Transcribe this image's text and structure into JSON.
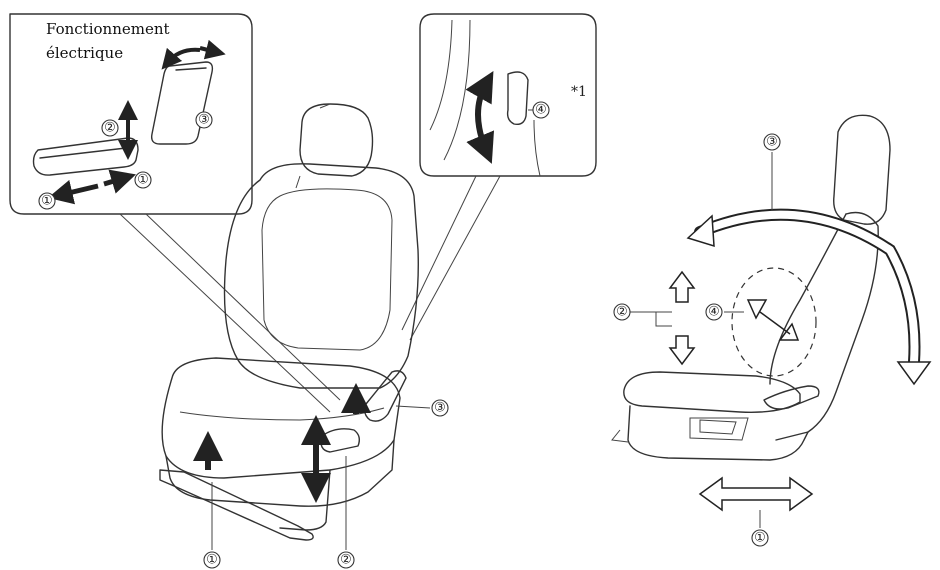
{
  "inset_left": {
    "title_line1": "Fonctionnement",
    "title_line2": "électrique"
  },
  "inset_right": {
    "note": "*1"
  },
  "labels": {
    "n1": "①",
    "n2": "②",
    "n3": "③",
    "n4": "④"
  },
  "colors": {
    "line": "#333333",
    "arrow_fill": "#222222",
    "background": "#ffffff"
  }
}
